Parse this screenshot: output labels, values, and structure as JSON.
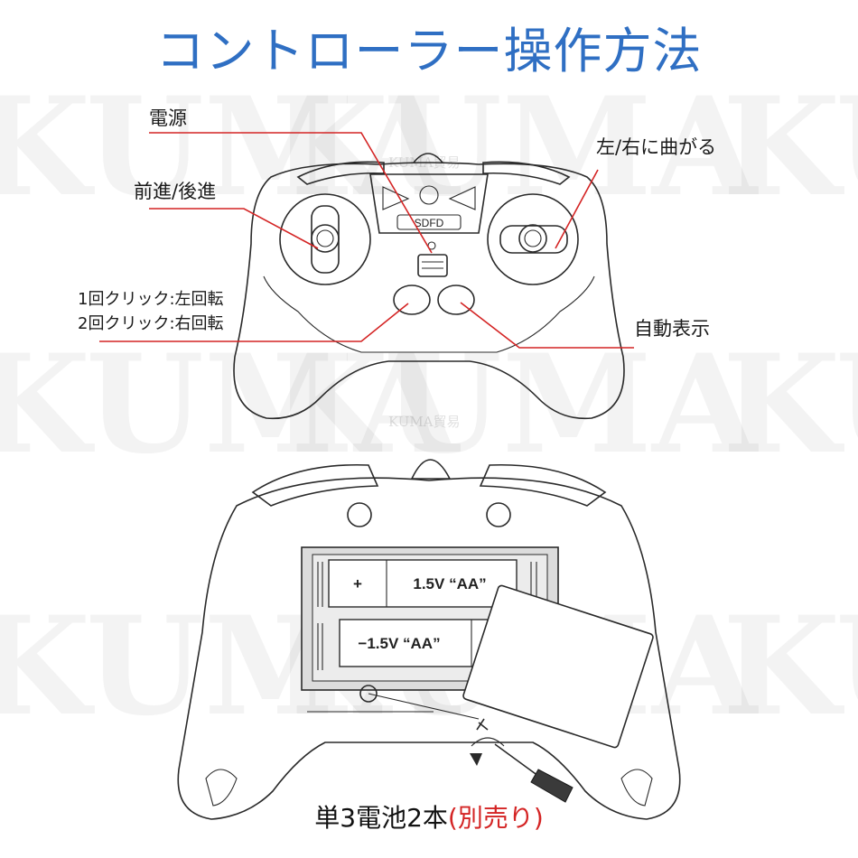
{
  "title": "コントローラー操作方法",
  "colors": {
    "title": "#2f6fc3",
    "callout": "#d42424",
    "caption_accent": "#d42424"
  },
  "labels": {
    "power": "電源",
    "turn": "左/右に曲がる",
    "forward_back": "前進/後進",
    "rotate_left": "1回クリック:左回転",
    "rotate_right": "2回クリック:右回転",
    "auto_demo": "自動表示"
  },
  "controller_logo": "SDFD",
  "battery": {
    "top_sign": "+",
    "top_label": "1.5V “AA”",
    "bottom_label": "−1.5V “AA”"
  },
  "caption": {
    "main": "単3電池2本",
    "note": "(別売り)"
  },
  "watermark": {
    "big": "KUMA",
    "small": "KUMA貿易"
  }
}
